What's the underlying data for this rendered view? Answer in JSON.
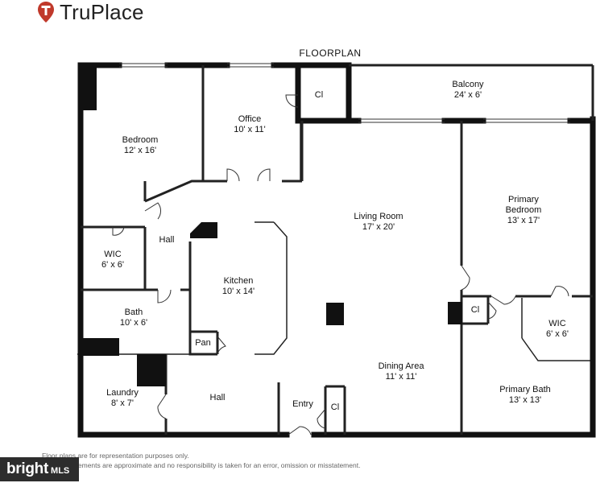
{
  "brand": {
    "name": "TruPlace",
    "logo_letter": "T",
    "accent_color": "#c0392b"
  },
  "title": "FLOORPLAN",
  "rooms": {
    "balcony": {
      "name": "Balcony",
      "size": "24' x 6'"
    },
    "cl_office": {
      "name": "Cl",
      "size": ""
    },
    "office": {
      "name": "Office",
      "size": "10' x 11'"
    },
    "bedroom": {
      "name": "Bedroom",
      "size": "12' x 16'"
    },
    "living_room": {
      "name": "Living Room",
      "size": "17' x 20'"
    },
    "primary_bedroom": {
      "name": "Primary\nBedroom",
      "size": "13' x 17'"
    },
    "wic_left": {
      "name": "WIC",
      "size": "6' x 6'"
    },
    "hall_upper": {
      "name": "Hall",
      "size": ""
    },
    "kitchen": {
      "name": "Kitchen",
      "size": "10' x 14'"
    },
    "bath": {
      "name": "Bath",
      "size": "10' x 6'"
    },
    "pan": {
      "name": "Pan",
      "size": ""
    },
    "cl_primary": {
      "name": "Cl",
      "size": ""
    },
    "wic_right": {
      "name": "WIC",
      "size": "6' x 6'"
    },
    "dining_area": {
      "name": "Dining Area",
      "size": "11' x 11'"
    },
    "laundry": {
      "name": "Laundry",
      "size": "8' x 7'"
    },
    "hall_lower": {
      "name": "Hall",
      "size": ""
    },
    "entry": {
      "name": "Entry",
      "size": ""
    },
    "cl_entry": {
      "name": "Cl",
      "size": ""
    },
    "primary_bath": {
      "name": "Primary Bath",
      "size": "13' x 13'"
    }
  },
  "disclaimer": {
    "line1": "Floor plans are for representation purposes only.",
    "line2": "and measurements are approximate and no responsibility is taken for an error, omission or misstatement."
  },
  "badge": {
    "word": "bright",
    "suffix": "MLS"
  }
}
